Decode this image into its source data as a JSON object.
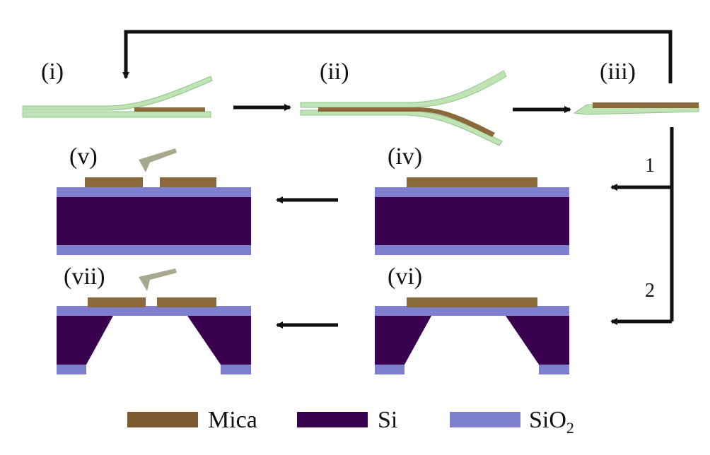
{
  "steps": {
    "i": "(i)",
    "ii": "(ii)",
    "iii": "(iii)",
    "iv": "(iv)",
    "v": "(v)",
    "vi": "(vi)",
    "vii": "(vii)"
  },
  "routes": {
    "one": "1",
    "two": "2"
  },
  "legend": {
    "mica": {
      "label": "Mica",
      "color": "#7a5a2e"
    },
    "si": {
      "label": "Si",
      "color": "#3a0050"
    },
    "sio2": {
      "label": "SiO",
      "subscript": "2",
      "color": "#7f7fd0"
    }
  },
  "colors": {
    "tape_green": "#bfe3b5",
    "tape_edge": "#8fc48a",
    "mica_film": "#8a6a3a",
    "tip_gray": "#a8a88e",
    "arrow": "#111111"
  }
}
